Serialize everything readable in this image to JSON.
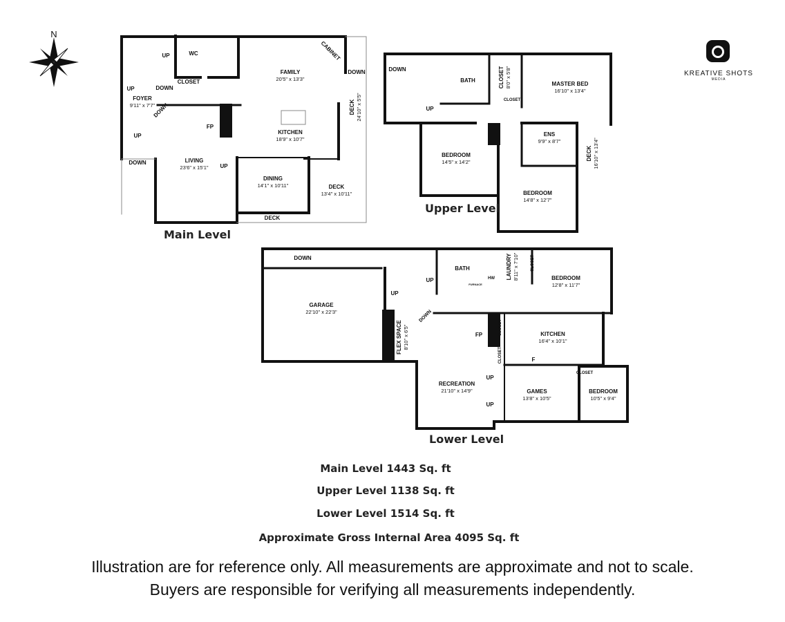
{
  "compass": {
    "north": "N"
  },
  "logo": {
    "name": "KREATIVE SHOTS",
    "sub": "MEDIA"
  },
  "main_level": {
    "title": "Main Level",
    "rooms": [
      {
        "name": "FAMILY",
        "dim": "20'5\" x 13'3\""
      },
      {
        "name": "KITCHEN",
        "dim": "18'9\" x 10'7\""
      },
      {
        "name": "FOYER",
        "dim": "9'11\" x 7'7\""
      },
      {
        "name": "LIVING",
        "dim": "23'6\" x 15'1\""
      },
      {
        "name": "DINING",
        "dim": "14'1\" x 10'11\""
      },
      {
        "name": "DECK",
        "dim": "13'4\" x 10'11\""
      },
      {
        "name": "DECK",
        "dim": "24'10\" x 5'5\""
      }
    ],
    "labels": {
      "wc": "WC",
      "closet": "CLOSET",
      "cabinet": "CABINET",
      "fp": "FP",
      "deck": "DECK",
      "up": "UP",
      "down": "DOWN"
    }
  },
  "upper_level": {
    "title": "Upper Level",
    "rooms": [
      {
        "name": "MASTER BED",
        "dim": "16'10\" x 13'4\""
      },
      {
        "name": "CLOSET",
        "dim": "8'0\" x 5'8\""
      },
      {
        "name": "ENS",
        "dim": "9'9\" x 8'7\""
      },
      {
        "name": "BEDROOM",
        "dim": "14'5\" x 14'2\""
      },
      {
        "name": "BEDROOM",
        "dim": "14'8\" x 12'7\""
      },
      {
        "name": "DECK",
        "dim": "16'10\" x 13'4\""
      }
    ],
    "labels": {
      "bath": "BATH",
      "closet": "CLOSET",
      "up": "UP",
      "down": "DOWN"
    }
  },
  "lower_level": {
    "title": "Lower Level",
    "rooms": [
      {
        "name": "GARAGE",
        "dim": "22'10\" x 22'3\""
      },
      {
        "name": "FLEX SPACE",
        "dim": "8'10\" x 6'5\""
      },
      {
        "name": "LAUNDRY",
        "dim": "8'11\" x 7'10\""
      },
      {
        "name": "BEDROOM",
        "dim": "12'8\" x 11'7\""
      },
      {
        "name": "KITCHEN",
        "dim": "16'4\" x 10'1\""
      },
      {
        "name": "RECREATION",
        "dim": "21'10\" x 14'9\""
      },
      {
        "name": "GAMES",
        "dim": "13'8\" x 10'5\""
      },
      {
        "name": "BEDROOM",
        "dim": "10'5\" x 9'4\""
      }
    ],
    "labels": {
      "bath": "BATH",
      "furnace": "FURNACE",
      "hw": "HW",
      "closet": "CLOSET",
      "fp": "FP",
      "f": "F",
      "up": "UP",
      "down": "DOWN"
    }
  },
  "areas": [
    "Main Level 1443 Sq. ft",
    "Upper Level 1138 Sq. ft",
    "Lower Level 1514 Sq. ft",
    "Approximate Gross Internal Area 4095 Sq. ft"
  ],
  "disclaimer": [
    "Illustration are for reference only. All measurements are approximate and not to scale.",
    "Buyers are responsible for verifying all measurements independently."
  ]
}
